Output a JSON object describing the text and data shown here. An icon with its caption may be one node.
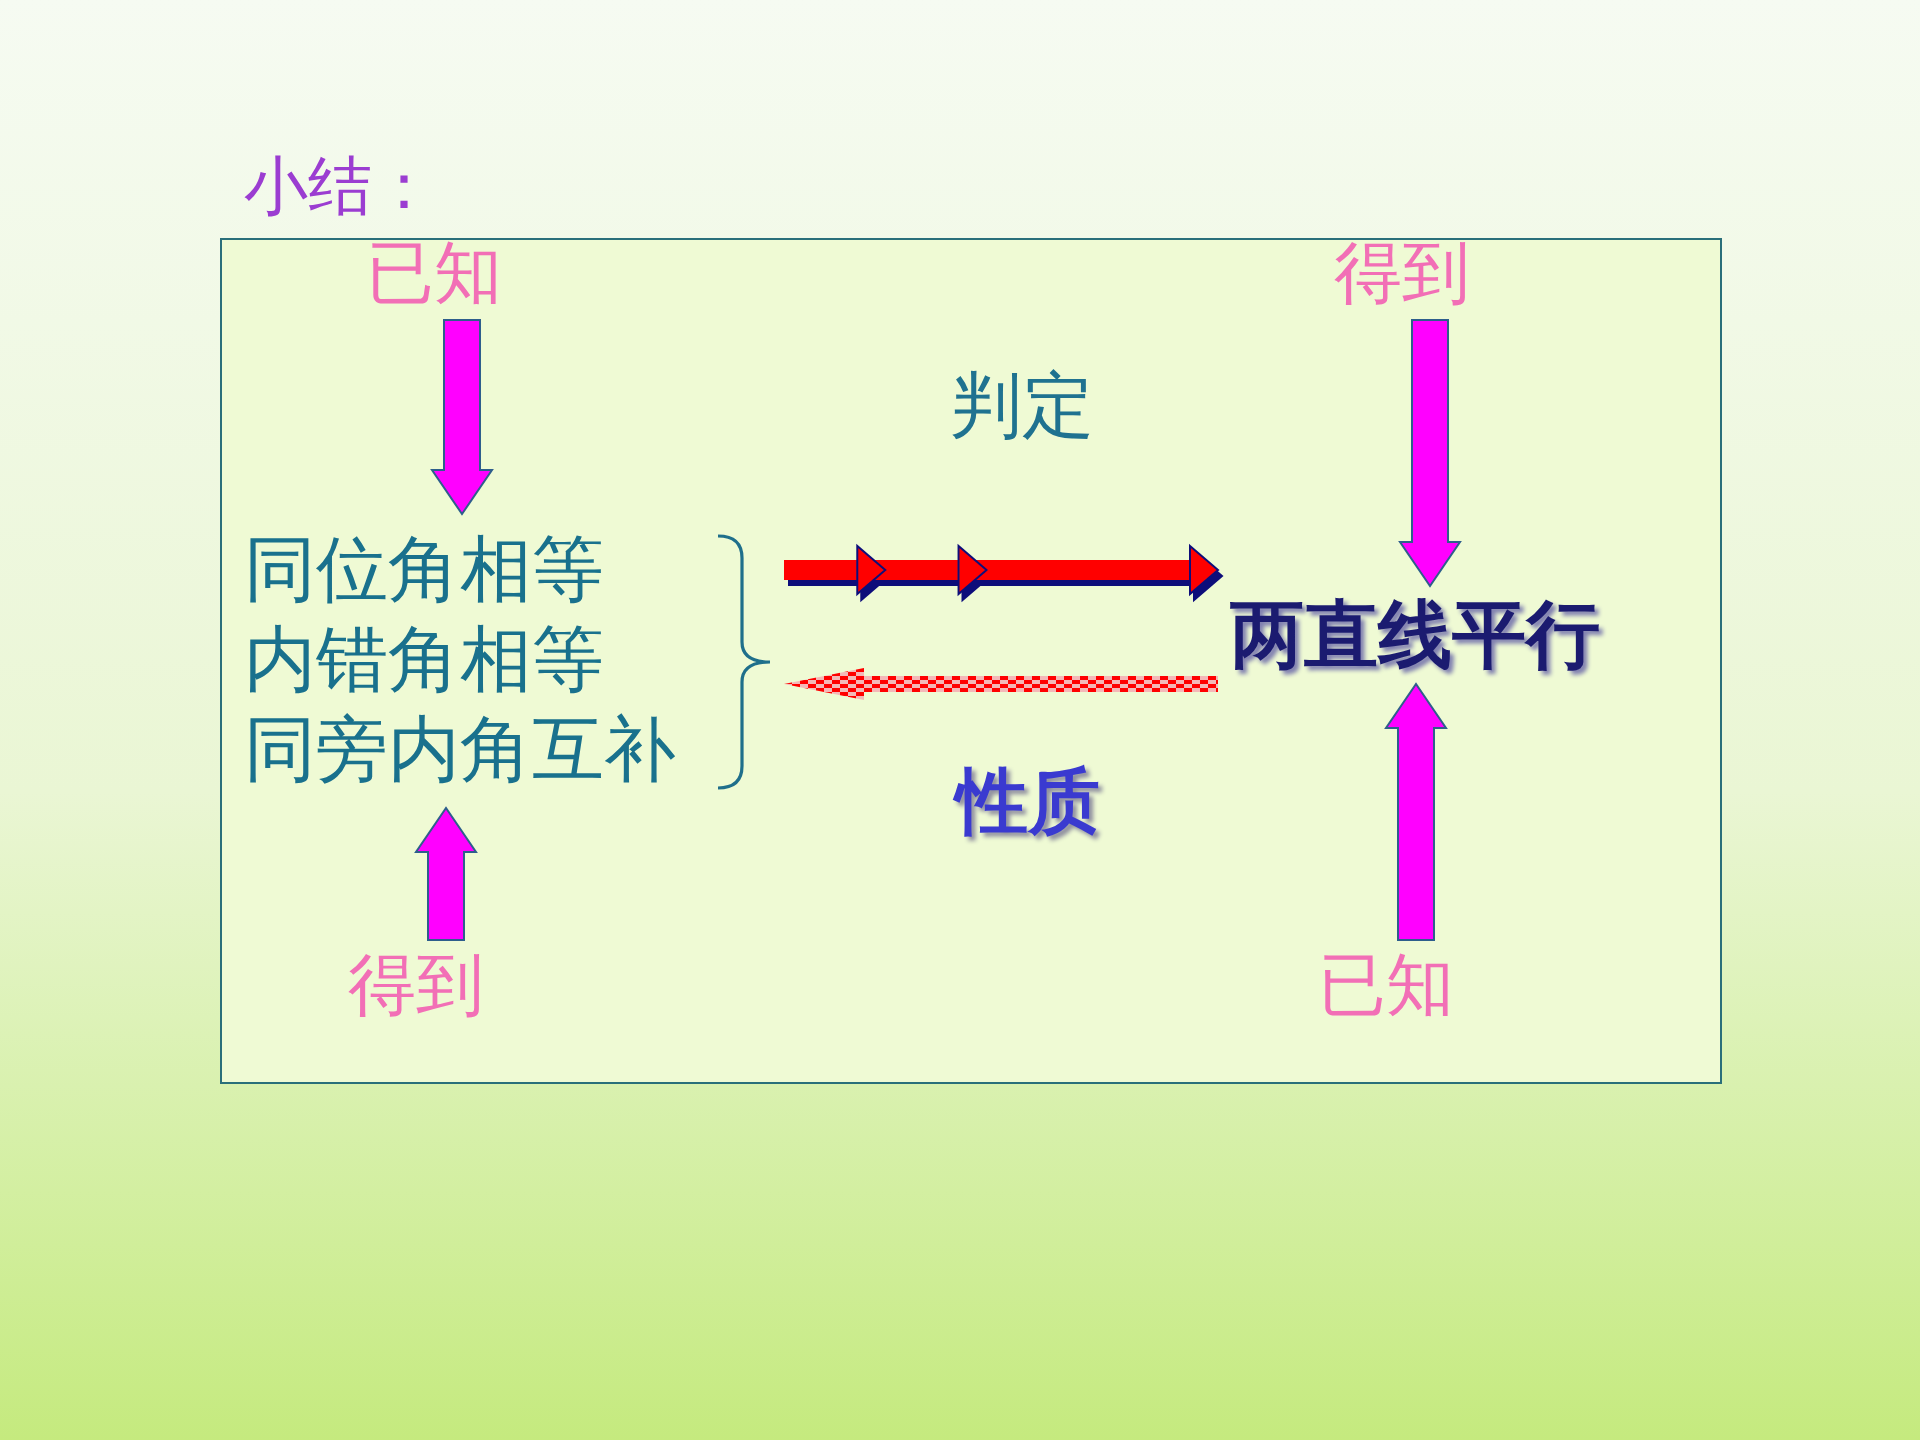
{
  "diagram": {
    "title": "小结：",
    "nodes": [
      {
        "text": [],
        "shape": "box"
      },
      {
        "text": [
          "已知"
        ],
        "in": 0
      },
      {
        "text": [
          "得到"
        ],
        "in": 0
      },
      {
        "text": [
          "同位角相等",
          "内错角相等",
          "同旁内角互补"
        ],
        "in": 0
      },
      {
        "text": [
          "两直线平行"
        ],
        "in": 0
      },
      {
        "text": [
          "得到"
        ],
        "in": 0
      },
      {
        "text": [
          "已知"
        ],
        "in": 0
      }
    ],
    "edges": [
      {
        "from": 1,
        "to": 3,
        "arrow": "to"
      },
      {
        "from": 2,
        "to": 4,
        "arrow": "to"
      },
      {
        "from": 3,
        "to": 4,
        "arrow": "to",
        "label": "判定",
        "color": "#ff0000"
      },
      {
        "from": 4,
        "to": 3,
        "arrow": "to",
        "label": "性质",
        "color": "#ff0000"
      },
      {
        "from": 5,
        "to": 3,
        "arrow": "to"
      },
      {
        "from": 6,
        "to": 4,
        "arrow": "to"
      }
    ]
  }
}
